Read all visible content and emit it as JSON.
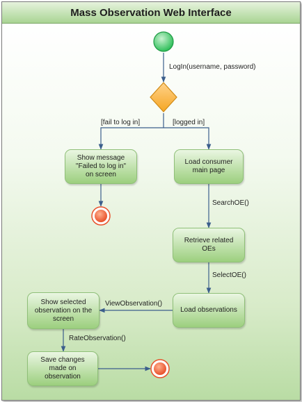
{
  "title": "Mass Observation Web Interface",
  "activities": {
    "fail_message": "Show message\n\"Failed to log in\"\non screen",
    "load_main": "Load consumer\nmain page",
    "retrieve_oes": "Retrieve related\nOEs",
    "load_observations": "Load observations",
    "show_observation": "Show selected\nobservation on the\nscreen",
    "save_changes": "Save changes\nmade on\nobservation"
  },
  "transitions": {
    "login": "LogIn(username, password)",
    "guard_fail": "[fail to log in]",
    "guard_success": "[logged in]",
    "search": "SearchOE()",
    "select": "SelectOE()",
    "view": "ViewObservation()",
    "rate": "RateObservation()"
  },
  "colors": {
    "activity_fill": "#9ccf7e",
    "decision_fill": "#f5a623",
    "start_fill": "#2fbf5a",
    "end_fill": "#e8502a",
    "flow_line": "#3b5e8c"
  }
}
